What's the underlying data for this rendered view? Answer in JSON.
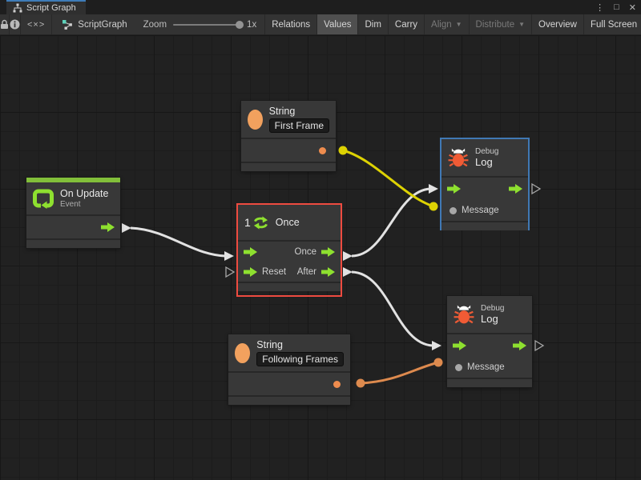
{
  "window": {
    "tab_title": "Script Graph",
    "controls": {
      "menu": "⋮",
      "maximize": "□",
      "close": "✕"
    }
  },
  "toolbar": {
    "code_glyph": "<×>",
    "graph_label": "ScriptGraph",
    "zoom_label": "Zoom",
    "zoom_value": "1x",
    "dropdown_glyph": "▼",
    "buttons": {
      "relations": "Relations",
      "values": "Values",
      "dim": "Dim",
      "carry": "Carry",
      "align": "Align",
      "distribute": "Distribute",
      "overview": "Overview",
      "fullscreen": "Full Screen"
    }
  },
  "nodes": {
    "on_update": {
      "title": "On Update",
      "subtitle": "Event"
    },
    "string_top": {
      "title": "String",
      "value": "First Frame"
    },
    "once": {
      "icon_number": "1",
      "title": "Once",
      "out_once_label": "Once",
      "in_reset_label": "Reset",
      "out_after_label": "After"
    },
    "debug_top": {
      "kicker": "Debug",
      "title": "Log",
      "message_label": "Message"
    },
    "string_bottom": {
      "title": "String",
      "value": "Following Frames"
    },
    "debug_bottom": {
      "kicker": "Debug",
      "title": "Log",
      "message_label": "Message"
    }
  },
  "colors": {
    "canvas_bg": "#212121",
    "node_bg": "#383838",
    "event_accent_green": "#82bf3a",
    "port_lime": "#8ee02f",
    "string_orange": "#f2a15e",
    "bug_orange": "#f05b35",
    "wire_white": "#e2e2e2",
    "wire_yellow": "#ddd203",
    "wire_orange": "#dd8a4e",
    "selection_red": "#ee4b40",
    "selection_blue": "#4079b5",
    "tab_accent_blue": "#3e7cb8"
  }
}
